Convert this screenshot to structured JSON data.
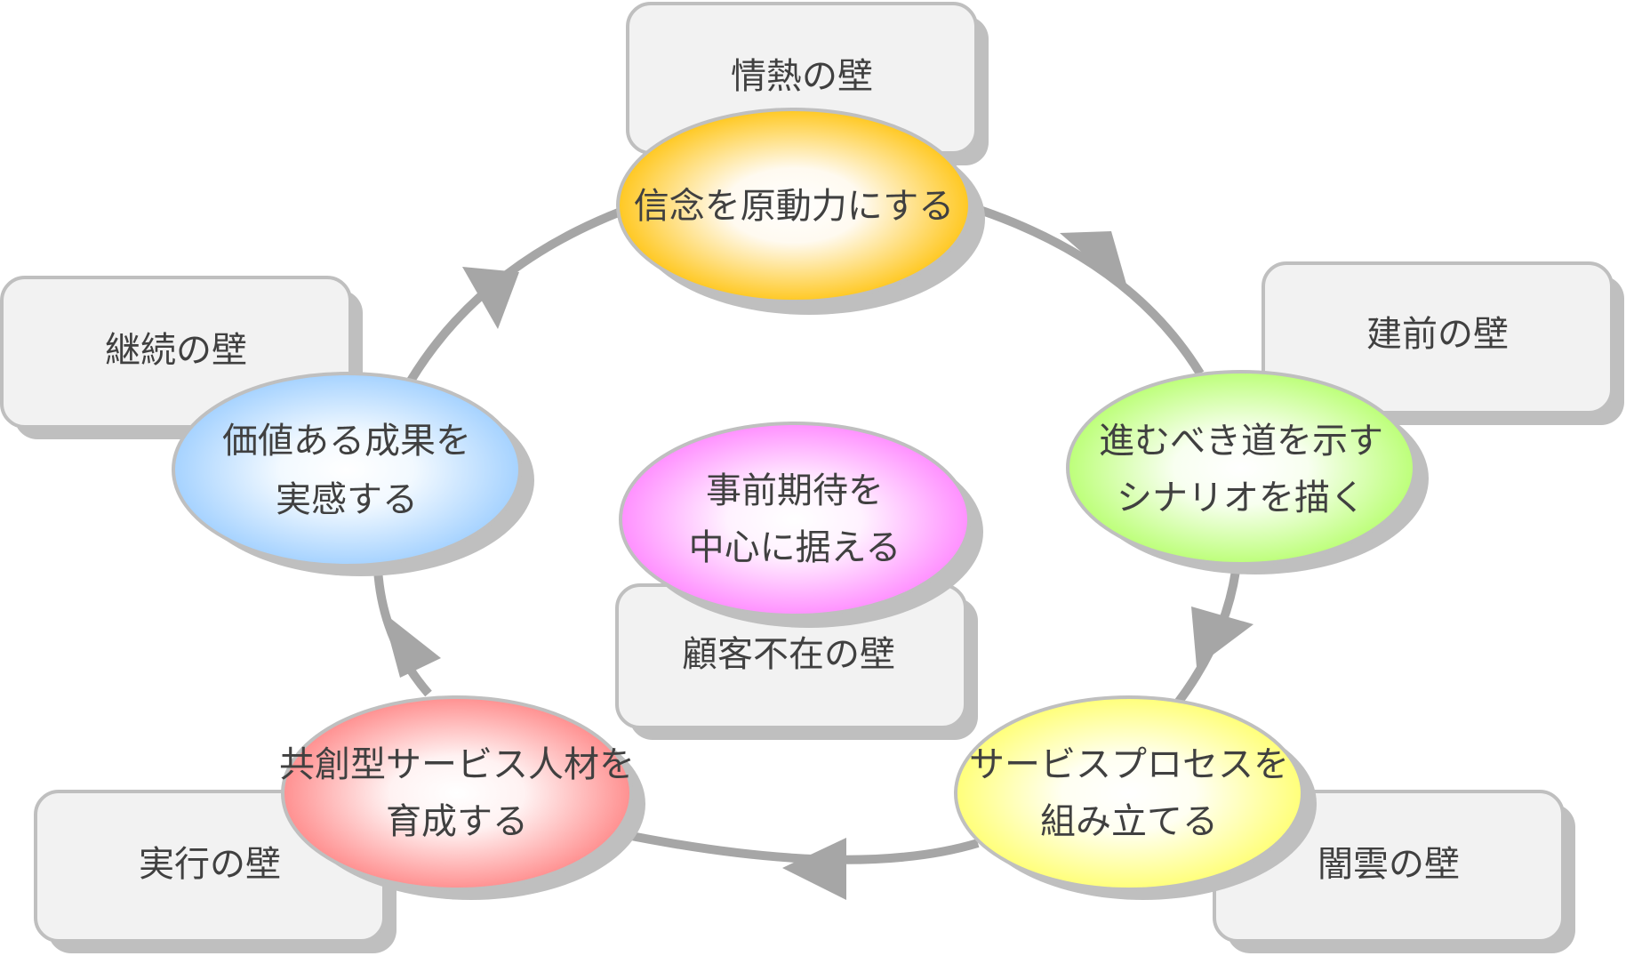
{
  "walls": {
    "top": "情熱の壁",
    "right_upper": "建前の壁",
    "right_lower": "闇雲の壁",
    "left_lower": "実行の壁",
    "left_upper": "継続の壁",
    "center": "顧客不在の壁"
  },
  "nodes": {
    "top": {
      "line1": "信念を原動力にする",
      "line2": ""
    },
    "right_upper": {
      "line1": "進むべき道を示す",
      "line2": "シナリオを描く"
    },
    "right_lower": {
      "line1": "サービスプロセスを",
      "line2": "組み立てる"
    },
    "left_lower": {
      "line1": "共創型サービス人材を",
      "line2": "育成する"
    },
    "left_upper": {
      "line1": "価値ある成果を",
      "line2": "実感する"
    },
    "center": {
      "line1": "事前期待を",
      "line2": "中心に据える"
    }
  },
  "colors": {
    "top": "#ffc000",
    "right_upper": "#b3ff66",
    "right_lower": "#ffff66",
    "left_lower": "#ff8080",
    "left_upper": "#99ccff",
    "center": "#ff80ff",
    "arrow": "#a6a6a6",
    "wall_fill": "#f2f2f2",
    "wall_border": "#bfbfbf"
  }
}
